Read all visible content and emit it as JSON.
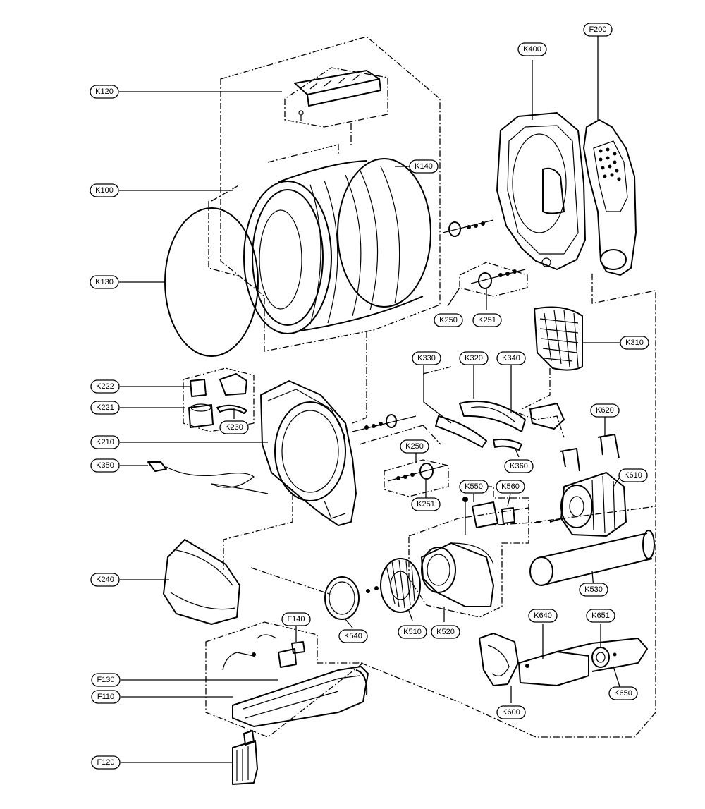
{
  "diagram": {
    "title": "",
    "labels": [
      {
        "id": "k120",
        "text": "K120"
      },
      {
        "id": "k100",
        "text": "K100"
      },
      {
        "id": "k130",
        "text": "K130"
      },
      {
        "id": "k140",
        "text": "K140"
      },
      {
        "id": "k400",
        "text": "K400"
      },
      {
        "id": "f200",
        "text": "F200"
      },
      {
        "id": "k250a",
        "text": "K250"
      },
      {
        "id": "k251a",
        "text": "K251"
      },
      {
        "id": "k310",
        "text": "K310"
      },
      {
        "id": "k330",
        "text": "K330"
      },
      {
        "id": "k320",
        "text": "K320"
      },
      {
        "id": "k340",
        "text": "K340"
      },
      {
        "id": "k222",
        "text": "K222"
      },
      {
        "id": "k221",
        "text": "K221"
      },
      {
        "id": "k230",
        "text": "K230"
      },
      {
        "id": "k210",
        "text": "K210"
      },
      {
        "id": "k350",
        "text": "K350"
      },
      {
        "id": "k250b",
        "text": "K250"
      },
      {
        "id": "k251b",
        "text": "K251"
      },
      {
        "id": "k360",
        "text": "K360"
      },
      {
        "id": "k620",
        "text": "K620"
      },
      {
        "id": "k610",
        "text": "K610"
      },
      {
        "id": "k550",
        "text": "K550"
      },
      {
        "id": "k560",
        "text": "K560"
      },
      {
        "id": "k240",
        "text": "K240"
      },
      {
        "id": "k530",
        "text": "K530"
      },
      {
        "id": "k540",
        "text": "K540"
      },
      {
        "id": "k510",
        "text": "K510"
      },
      {
        "id": "k520",
        "text": "K520"
      },
      {
        "id": "f140",
        "text": "F140"
      },
      {
        "id": "k640",
        "text": "K640"
      },
      {
        "id": "k651",
        "text": "K651"
      },
      {
        "id": "f130",
        "text": "F130"
      },
      {
        "id": "f110",
        "text": "F110"
      },
      {
        "id": "k600",
        "text": "K600"
      },
      {
        "id": "k650",
        "text": "K650"
      },
      {
        "id": "f120",
        "text": "F120"
      }
    ]
  }
}
